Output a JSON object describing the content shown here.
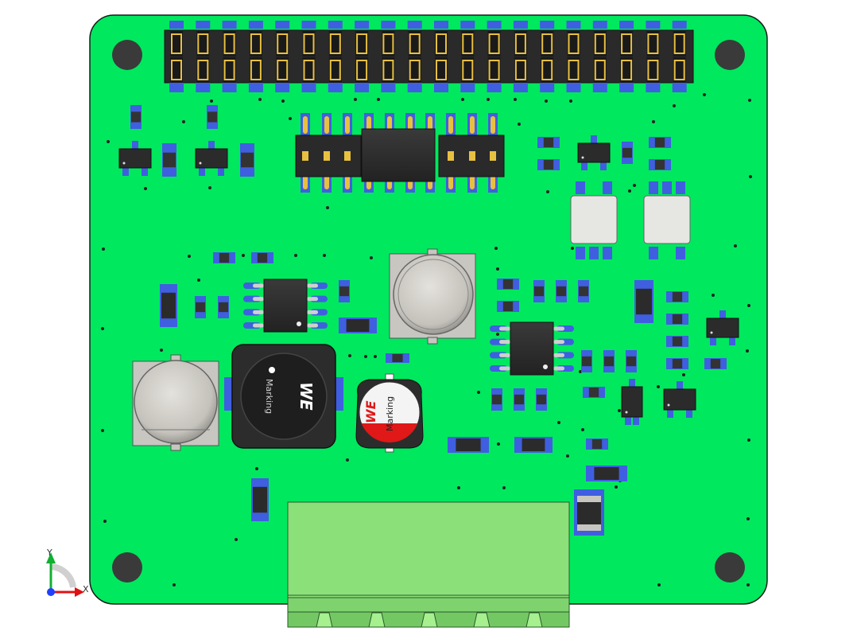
{
  "board": {
    "color": "#00e85e",
    "edge_color": "#1a1a1a"
  },
  "inductor_left": {
    "logo_text": "WE",
    "marking_text": "Marking"
  },
  "capacitor_round": {
    "logo_text": "WE",
    "marking_text": "Marking"
  },
  "triad": {
    "x_label": "X",
    "y_label": "Y",
    "x_color": "#e01010",
    "y_color": "#10b030",
    "z_color": "#2040ff"
  },
  "colors": {
    "pad_blue": "#3f5fe0",
    "pin_gold": "#e8c040",
    "component_dark": "#2b2b2b",
    "metal_gray": "#c8c6c0",
    "terminal_green": "#8be07a",
    "cap_red": "#e01818"
  }
}
